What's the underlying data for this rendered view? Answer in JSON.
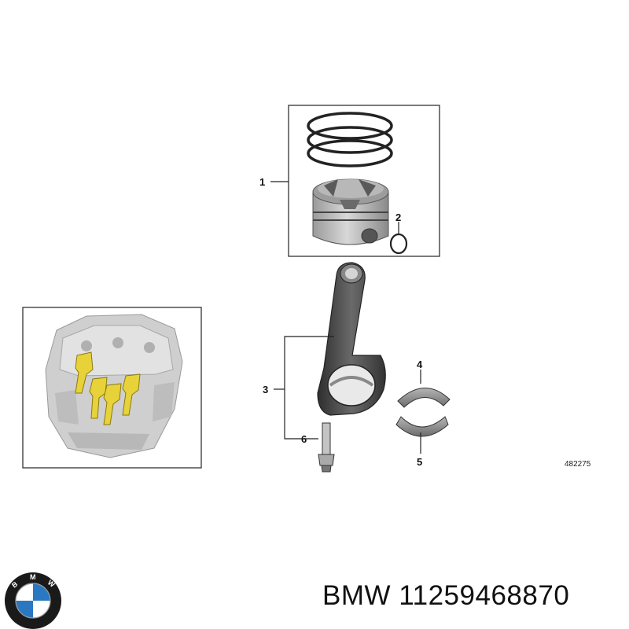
{
  "diagram": {
    "callouts": {
      "piston": "1",
      "circlip": "2",
      "connecting_rod": "3",
      "bearing_shell_upper": "4",
      "bearing_shell_lower": "5",
      "rod_bolt": "6"
    },
    "reference_number": "482275"
  },
  "footer": {
    "brand": "BMW",
    "part_number": "11259468870",
    "title": "BMW 11259468870"
  },
  "logo": {
    "letters": "BMW",
    "colors": {
      "ring": "#1a1a1a",
      "blue": "#2a78c2",
      "white": "#ffffff"
    }
  },
  "colors": {
    "highlight": "#e8d23a",
    "frame": "#333333",
    "part_dark": "#4a4a4a",
    "engine_gray": "#c8c8c8"
  }
}
